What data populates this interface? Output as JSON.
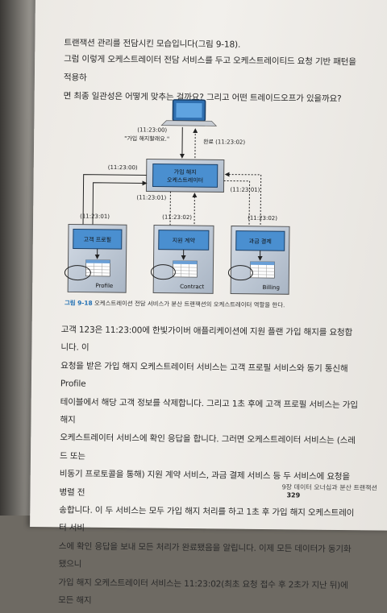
{
  "paragraph_top": "트랜잭션 관리를 전담시킨 모습입니다(그림 9-18).",
  "paragraph_question_1": "그럼 이렇게 오케스트레이터 전담 서비스를 두고 오케스트레이티드 요청 기반 패턴을 적용하",
  "paragraph_question_2": "면 최종 일관성은 어떻게 맞추는 걸까요? 그리고 어떤 트레이드오프가 있을까요?",
  "diagram": {
    "time_request": "(11:23:00)",
    "user_quote": "\"가입 해지할래요.\"",
    "done_label": "완료 (11:23:02)",
    "orchestrator_line1": "가입 해지",
    "orchestrator_line2": "오케스트레이터",
    "t_left": "(11:23:00)",
    "t_left_bottom": "(11:23:01)",
    "t_right": "(11:23:01)",
    "t_profile": "(11:23:01)",
    "t_contract": "(11:23:02)",
    "t_billing": "(11:23:02)",
    "service_profile": "고객 프로필",
    "service_contract": "지원 계약",
    "service_billing": "과금 결제",
    "db_profile": "Profile",
    "db_contract": "Contract",
    "db_billing": "Billing"
  },
  "caption_label": "그림 9-18",
  "caption_text": " 오케스트레이션 전담 서비스가 분산 트랜잭션의 오케스트레이터 역할을 한다.",
  "body_lines": [
    "고객 123은 11:23:00에 한빛가이버 애플리케이션에 지원 플랜 가입 해지를 요청합니다. 이",
    "요청을 받은 가입 해지 오케스트레이터 서비스는 고객 프로필 서비스와 동기 통신해 Profile",
    "테이블에서 해당 고객 정보를 삭제합니다. 그리고 1초 후에 고객 프로필 서비스는 가입 해지",
    "오케스트레이터 서비스에 확인 응답을 합니다. 그러면 오케스트레이터 서비스는 (스레드 또는",
    "비동기 프로토콜을 통해) 지원 계약 서비스, 과금 결제 서비스 등 두 서비스에 요청을 병렬 전",
    "송합니다. 이 두 서비스는 모두 가입 해지 처리를 하고 1초 후 가입 해지 오케스트레이터 서비",
    "스에 확인 응답을 보내 모든 처리가 완료됐음을 알립니다. 이제 모든 데이터가 동기화됐으니",
    "가입 해지 오케스트레이터 서비스는 11:23:02(최초 요청 접수 후 2초가 지난 뒤)에 모든 해지"
  ],
  "footer_chapter": "9장 데이터 오너십과 분산 트랜잭션",
  "footer_page": "329",
  "colors": {
    "service_blue": "#4a8fd0",
    "service_box": "#bfc9d6",
    "accent_blue": "#1f6fb3"
  }
}
